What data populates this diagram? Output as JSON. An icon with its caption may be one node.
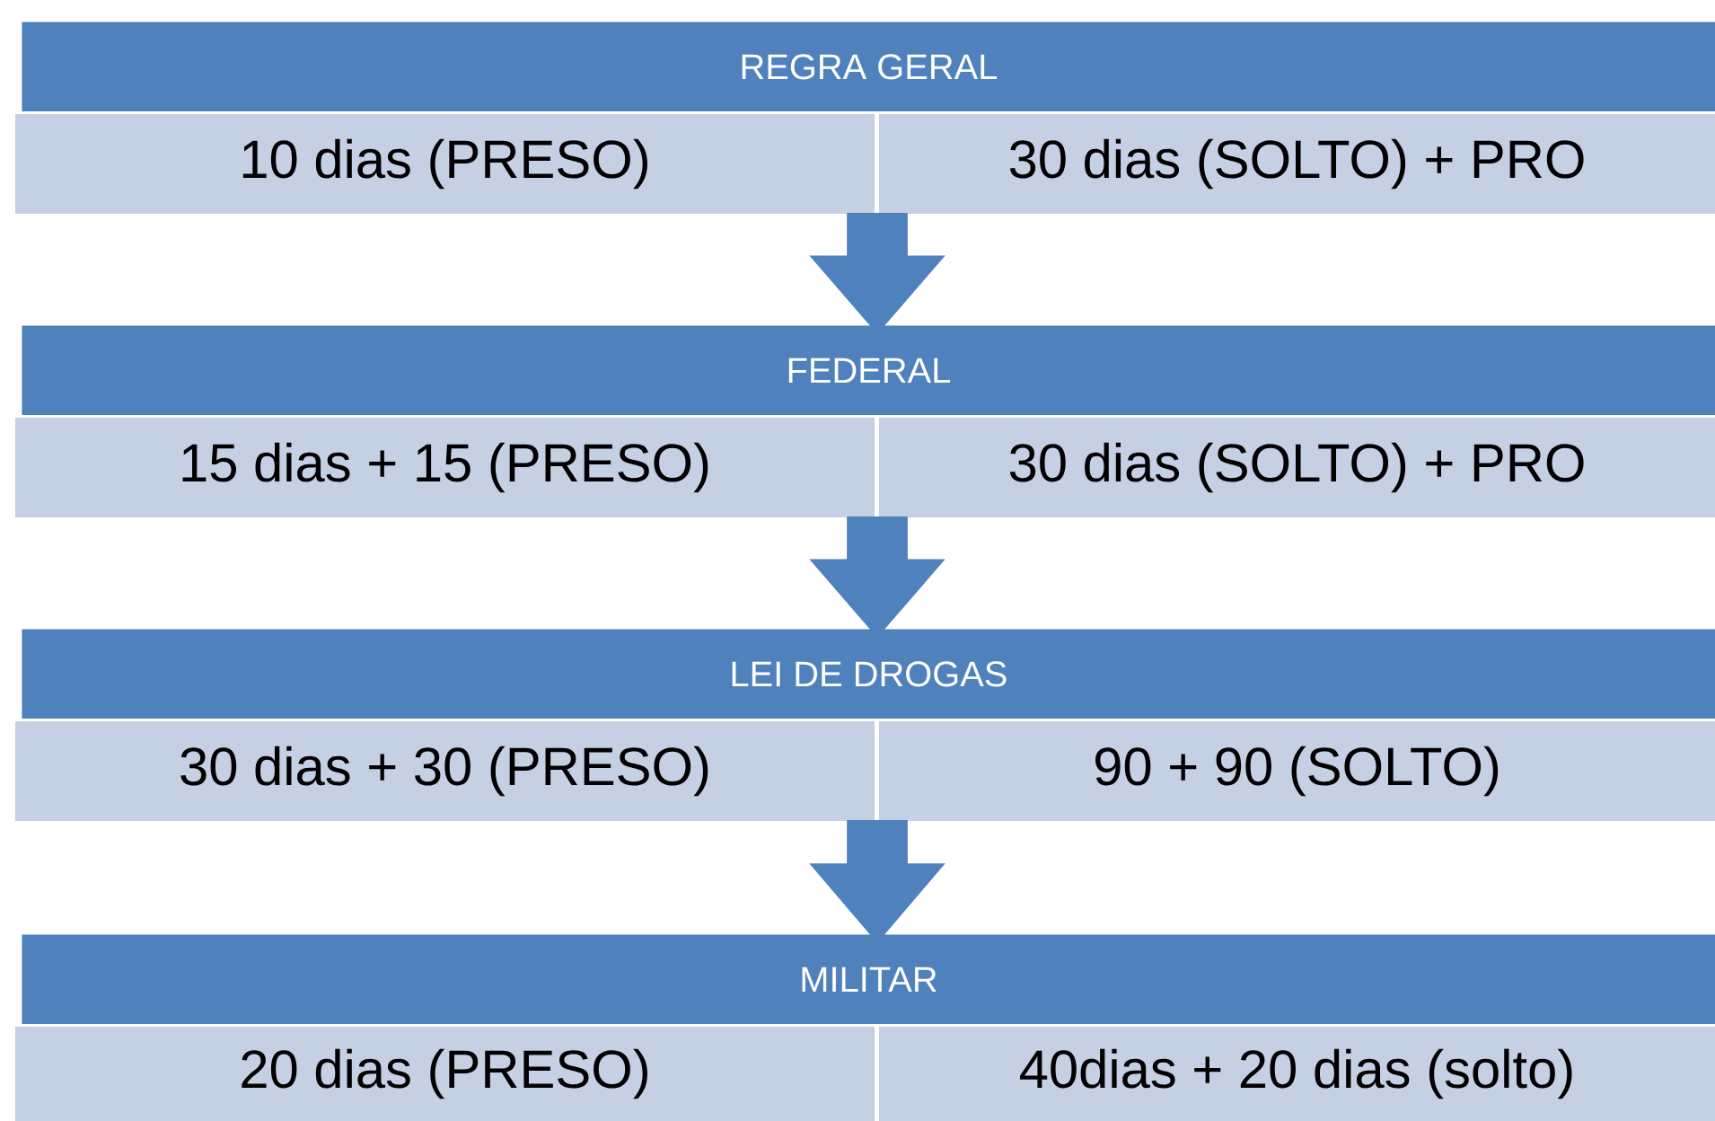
{
  "diagram": {
    "nodes": [
      {
        "text": [
          "REGRA GERAL"
        ]
      },
      {
        "text": [
          "10 dias (PRESO)"
        ]
      },
      {
        "text": [
          "30 dias (SOLTO) + PRO"
        ]
      },
      {
        "text": [
          "FEDERAL"
        ]
      },
      {
        "text": [
          "15 dias + 15 (PRESO)"
        ]
      },
      {
        "text": [
          "30 dias (SOLTO) + PRO"
        ]
      },
      {
        "text": [
          "LEI DE DROGAS"
        ]
      },
      {
        "text": [
          "30 dias + 30 (PRESO)"
        ]
      },
      {
        "text": [
          "90 + 90 (SOLTO)"
        ]
      },
      {
        "text": [
          "MILITAR"
        ]
      },
      {
        "text": [
          "20 dias (PRESO)"
        ]
      },
      {
        "text": [
          "40dias + 20 dias (solto)"
        ]
      }
    ],
    "edges": [
      {
        "from": 1,
        "to": 3,
        "arrow": "to"
      },
      {
        "from": 4,
        "to": 6,
        "arrow": "to"
      },
      {
        "from": 7,
        "to": 9,
        "arrow": "to"
      }
    ]
  }
}
